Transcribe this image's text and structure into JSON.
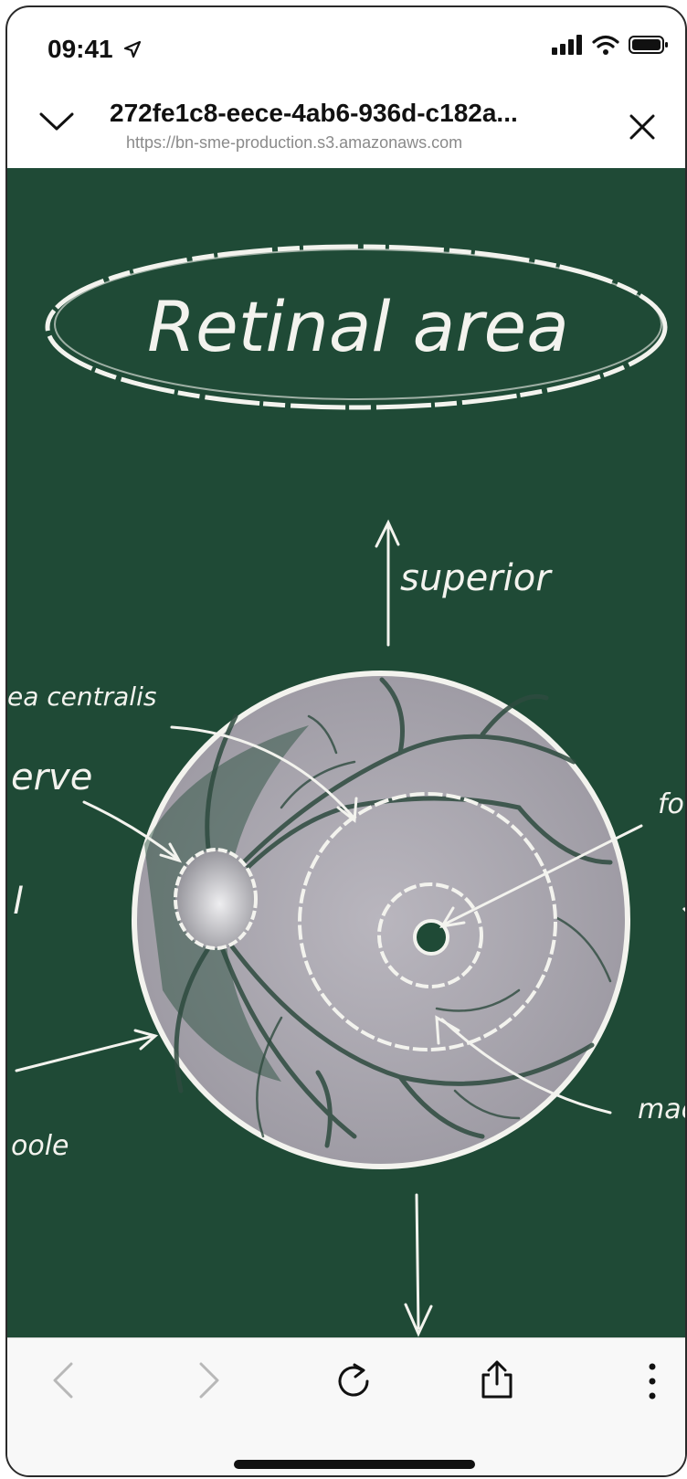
{
  "status_bar": {
    "time": "09:41",
    "icons": [
      "location-arrow-icon",
      "signal-icon",
      "wifi-icon",
      "battery-icon"
    ]
  },
  "browser_header": {
    "title": "272fe1c8-eece-4ab6-936d-c182a...",
    "url": "https://bn-sme-production.s3.amazonaws.com",
    "icons": [
      "chevron-down-icon",
      "close-icon"
    ]
  },
  "diagram": {
    "title": "Retinal area",
    "labels": {
      "superior": "superior",
      "fovea_centralis": "ea centralis",
      "optic_nerve": "erve",
      "fovea": "fov",
      "left_edge_fragment": "l",
      "macula": "macı",
      "posterior_pole": "oole"
    }
  },
  "toolbar": {
    "icons": [
      "back-icon",
      "forward-icon",
      "reload-icon",
      "share-icon",
      "more-icon"
    ]
  },
  "colors": {
    "chalkboard": "#1f4a36",
    "chalk": "#f3f3ee",
    "retina": "#a9a6ae"
  }
}
